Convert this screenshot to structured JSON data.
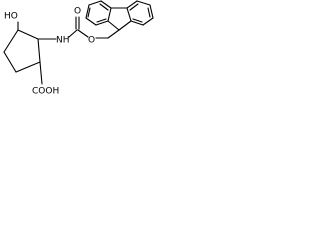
{
  "molecule": {
    "labels": {
      "hydroxyl": "HO",
      "amine": "NH",
      "carbonyl_oxygen": "O",
      "ester_oxygen": "O",
      "carboxyl": "COOH"
    }
  }
}
